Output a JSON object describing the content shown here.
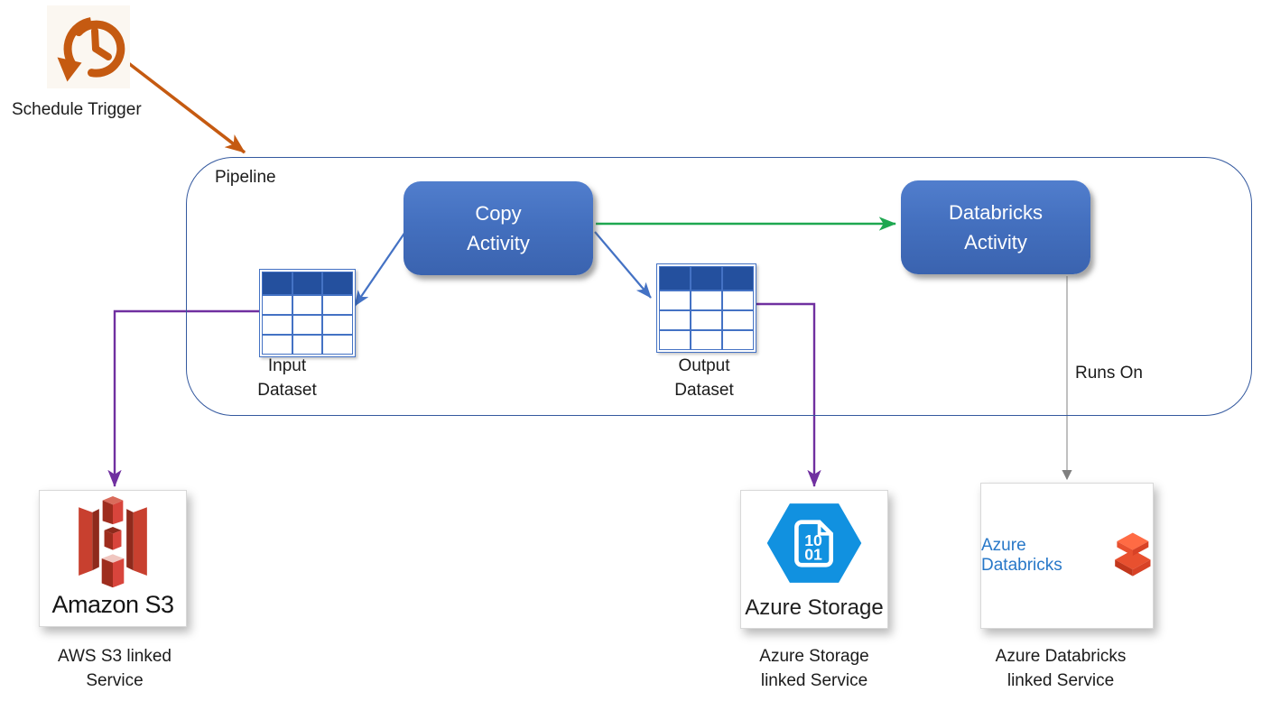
{
  "trigger": {
    "label": "Schedule Trigger"
  },
  "pipeline": {
    "label": "Pipeline",
    "copy_activity": {
      "line1": "Copy",
      "line2": "Activity"
    },
    "databricks_activity": {
      "line1": "Databricks",
      "line2": "Activity"
    },
    "input_dataset": {
      "line1": "Input",
      "line2": "Dataset"
    },
    "output_dataset": {
      "line1": "Output",
      "line2": "Dataset"
    },
    "runs_on": "Runs On"
  },
  "services": {
    "s3": {
      "card_label": "Amazon S3",
      "caption1": "AWS S3 linked",
      "caption2": "Service"
    },
    "storage": {
      "card_label": "Azure Storage",
      "caption1": "Azure Storage",
      "caption2": "linked Service",
      "doc_digits_top": "10",
      "doc_digits_bottom": "01"
    },
    "databricks": {
      "card_label": "Azure Databricks",
      "caption1": "Azure Databricks",
      "caption2": "linked Service"
    }
  },
  "colors": {
    "trigger_orange": "#C55A11",
    "pipeline_border": "#34599F",
    "activity_blue_top": "#517ECD",
    "activity_blue_bottom": "#3A63AF",
    "dataset_header_blue": "#24509E",
    "dataset_grid_blue": "#4472C4",
    "flow_green": "#1EA750",
    "linked_purple": "#7030A0",
    "runs_on_gray": "#A6A6A6",
    "storage_hex_blue": "#1191E0",
    "s3_red": "#D8453C",
    "databricks_orange": "#E8502F",
    "databricks_text_blue": "#2878C8"
  }
}
